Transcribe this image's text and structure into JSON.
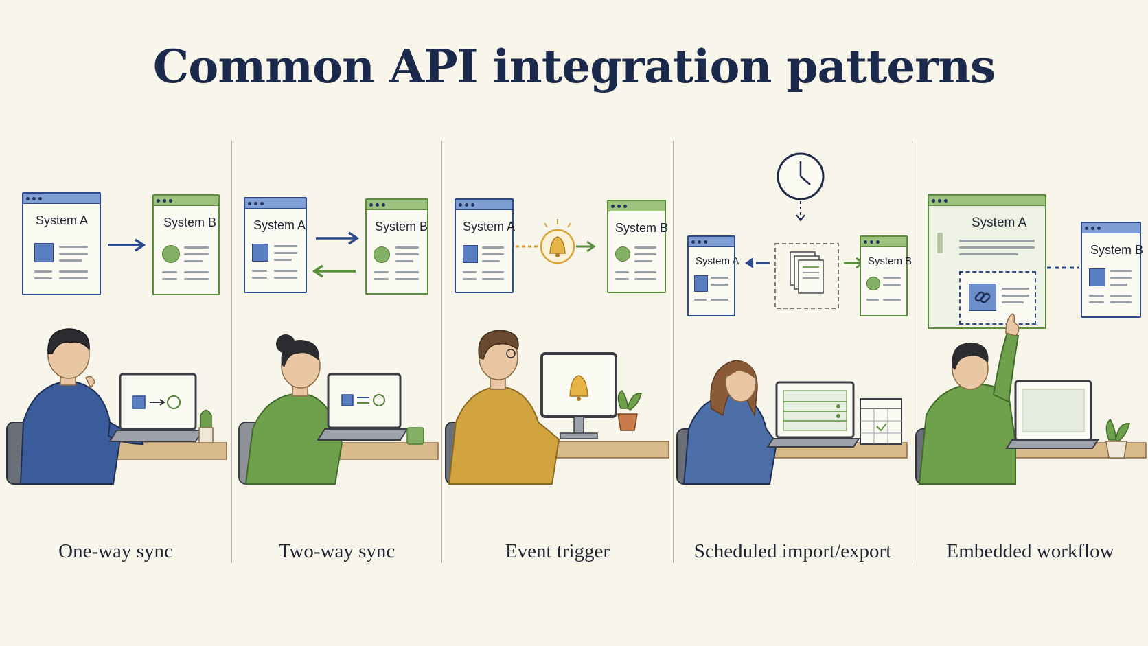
{
  "title": "Common API integration patterns",
  "panels": [
    {
      "caption": "One-way sync",
      "system_a": "System A",
      "system_b": "System B"
    },
    {
      "caption": "Two-way sync",
      "system_a": "System A",
      "system_b": "System B"
    },
    {
      "caption": "Event trigger",
      "system_a": "System A",
      "system_b": "System B"
    },
    {
      "caption": "Scheduled import/export",
      "system_a": "System A",
      "system_b": "System B"
    },
    {
      "caption": "Embedded workflow",
      "system_a": "System A",
      "system_b": "System B"
    }
  ],
  "colors": {
    "blue": "#2c4a8c",
    "green": "#5a8e3c",
    "amber": "#d9a13a",
    "title": "#1b2a4c",
    "background": "#f8f5ea"
  },
  "icons": [
    "arrow-right-icon",
    "arrow-left-icon",
    "bell-icon",
    "clock-icon",
    "documents-icon",
    "link-icon",
    "plant-icon",
    "mug-icon",
    "calendar-icon",
    "laptop-icon",
    "monitor-icon"
  ]
}
